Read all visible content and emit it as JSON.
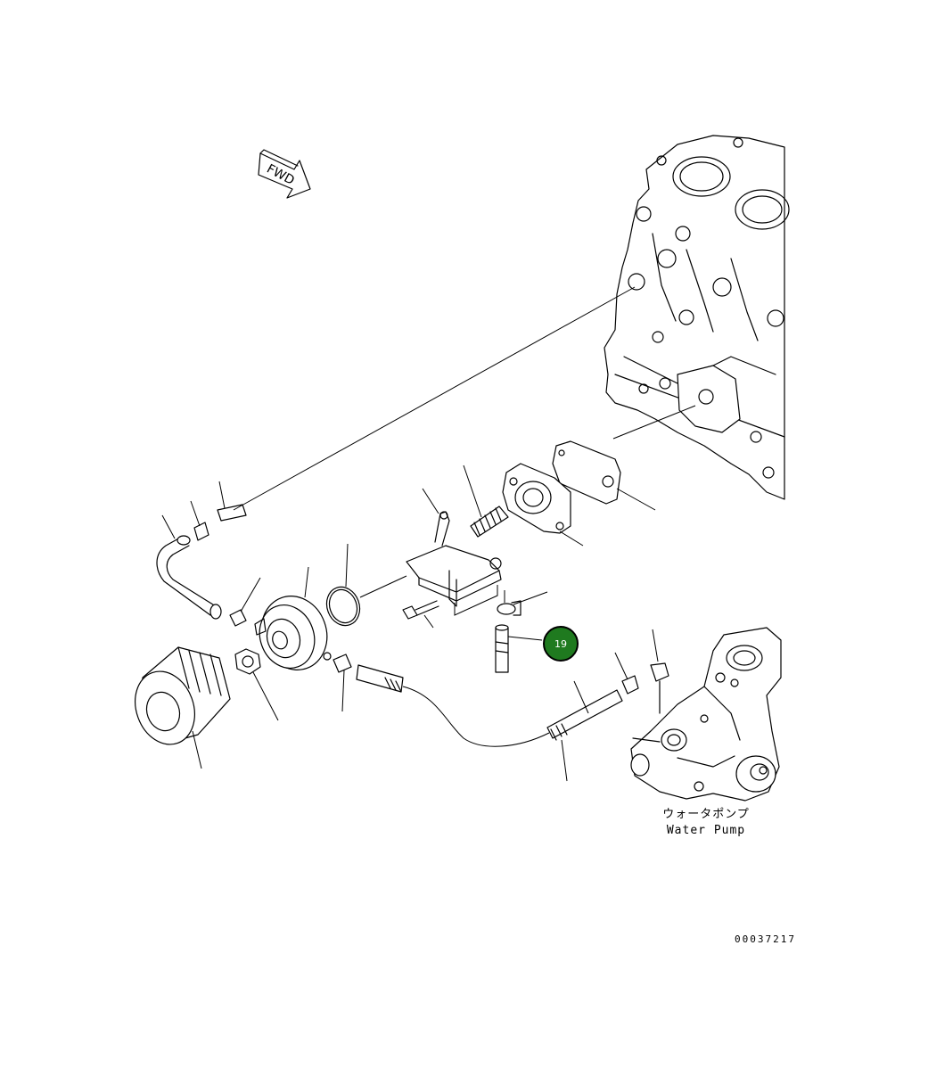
{
  "diagram": {
    "fwd_label": "FWD",
    "callout": {
      "number": "19",
      "color": "#1f7a1f",
      "border": "#000000"
    },
    "water_pump_label_jp": "ウォータポンプ",
    "water_pump_label_en": "Water Pump",
    "drawing_code": "00037217"
  }
}
